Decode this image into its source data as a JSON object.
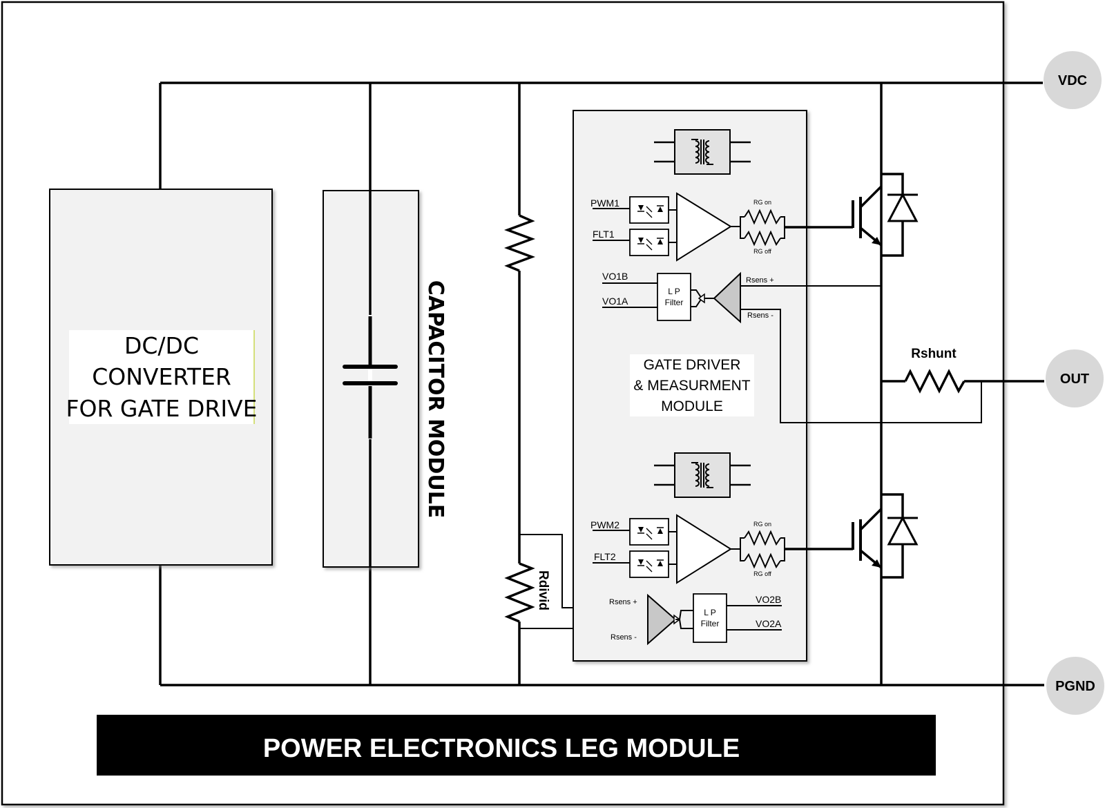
{
  "terminals": {
    "vdc": "VDC",
    "out": "OUT",
    "pgnd": "PGND"
  },
  "dcdc": {
    "line1": "DC/DC",
    "line2": "CONVERTER",
    "line3": "FOR GATE DRIVE"
  },
  "capacitor_module": "CAPACITOR MODULE",
  "gate_driver": {
    "line1": "GATE DRIVER",
    "line2": "& MEASURMENT",
    "line3": "MODULE"
  },
  "signals": {
    "pwm1": "PWM1",
    "flt1": "FLT1",
    "vo1b": "VO1B",
    "vo1a": "VO1A",
    "pwm2": "PWM2",
    "flt2": "FLT2",
    "vo2b": "VO2B",
    "vo2a": "VO2A",
    "rg_on": "RG on",
    "rg_off": "RG off",
    "rsens_plus": "Rsens +",
    "rsens_minus": "Rsens -",
    "lp_filter_1": "L P",
    "lp_filter_2": "Filter"
  },
  "rshunt": "Rshunt",
  "rdivid": "Rdivid",
  "banner": "POWER ELECTRONICS LEG MODULE"
}
